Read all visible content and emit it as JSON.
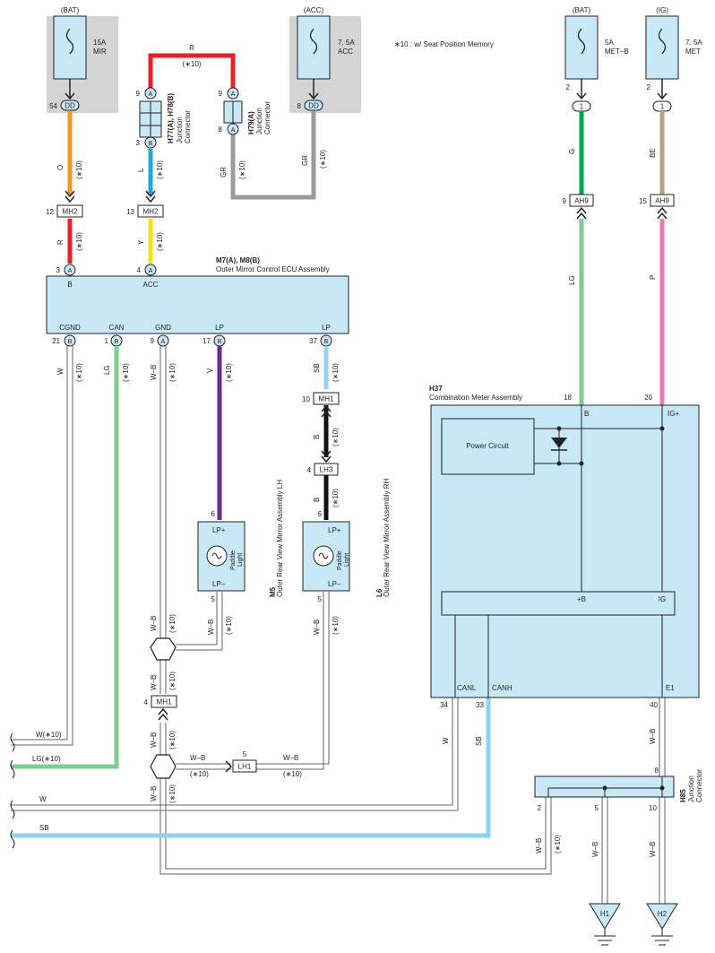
{
  "note": "∗10 : w/ Seat Position Memory",
  "colors": {
    "fuse_bg": "#d4d4d4",
    "box_fill": "#c8e8f8",
    "orange": "#f7941d",
    "red": "#e8202a",
    "blue": "#22a6e0",
    "yellow": "#f7e21a",
    "gray": "#9b9b9b",
    "green": "#00a651",
    "lightgreen": "#7fcb94",
    "beige": "#b5a28a",
    "pink": "#ec7ab0",
    "purple": "#6a2c91",
    "lightblue": "#8fd3f0",
    "black": "#111111"
  },
  "fuses": {
    "bat_left": {
      "power": "(BAT)",
      "amp": "15A",
      "name": "MIR",
      "pin": "54",
      "conn": "DD"
    },
    "acc": {
      "power": "(ACC)",
      "amp": "7. 5A",
      "name": "ACC",
      "pin": "8",
      "conn": "DD"
    },
    "bat_right": {
      "power": "(BAT)",
      "amp": "5A",
      "name": "MET–B",
      "pin": "2",
      "conn": "1"
    },
    "ig": {
      "power": "(IG)",
      "amp": "7. 5A",
      "name": "MET",
      "pin": "2",
      "conn": "1"
    }
  },
  "junction_h77": {
    "id": "H77(A), H78(B)",
    "label1": "Junction",
    "label2": "Connector",
    "pin_top": "9",
    "conn_top": "A",
    "pin_bot": "3",
    "conn_bot": "B"
  },
  "junction_h79": {
    "id": "H79(A)",
    "label1": "Junction",
    "label2": "Connector",
    "pin_top": "9",
    "conn_top": "A",
    "pin_bot": "8",
    "conn_bot": "A"
  },
  "wires": {
    "r_top": "R",
    "r_top_opt": "(∗10)",
    "o": "O",
    "o_opt": "(∗10)",
    "l": "L",
    "l_opt": "(∗10)",
    "gr1": "GR",
    "gr1_opt": "(∗10)",
    "gr2": "GR",
    "gr2_opt": "(∗10)",
    "r2": "R",
    "r2_opt": "(∗10)",
    "y": "Y",
    "y_opt": "(∗10)",
    "g": "G",
    "be": "BE",
    "lg": "LG",
    "p": "P",
    "w_cgnd": "W",
    "w_cgnd_opt": "(∗10)",
    "lg_can": "LG",
    "lg_can_opt": "(∗10)",
    "wb_gnd": "W–B",
    "wb_gnd_opt": "(∗10)",
    "v": "V",
    "v_opt": "(∗10)",
    "sb": "SB",
    "sb_opt": "(∗10)",
    "b1": "B",
    "b1_opt": "(∗10)",
    "b2": "B",
    "b2_opt": "(∗10)",
    "wb_m5a": "W–B",
    "wb_m5a_opt": "(∗10)",
    "wb_m5b": "W–B",
    "wb_m5b_opt": "(∗10)",
    "wb_l6": "W–B",
    "wb_l6_opt": "(∗10)",
    "wb_mid": "W–B",
    "wb_mid_opt": "(∗10)",
    "wb_low": "W–B",
    "wb_low_opt": "(∗10)",
    "wb_lh1a": "W–B",
    "wb_lh1a_opt": "(∗10)",
    "wb_lh1b": "W–B",
    "wb_lh1b_opt": "(∗10)",
    "wb_bottom": "W–B",
    "wb_bottom_opt": "(∗10)",
    "w_left": "W(∗10)",
    "lg_left": "LG(∗10)",
    "w_canl": "W",
    "sb_canh": "SB",
    "wb_e1": "W–B",
    "w_bus": "W",
    "sb_bus": "SB",
    "wb_h1": "W–B",
    "wb_h1_opt": "(∗10)",
    "wb_h1b": "W–B",
    "wb_h2": "W–B"
  },
  "connectors": {
    "mh2a": {
      "pin": "12",
      "name": "MH2"
    },
    "mh2b": {
      "pin": "13",
      "name": "MH2"
    },
    "ah9a": {
      "pin": "9",
      "name": "AH9"
    },
    "ah9b": {
      "pin": "15",
      "name": "AH9"
    },
    "mh1a": {
      "pin": "10",
      "name": "MH1"
    },
    "lh3": {
      "pin": "4",
      "name": "LH3"
    },
    "mh1b": {
      "pin": "4",
      "name": "MH1"
    },
    "lh1": {
      "pin": "5",
      "name": "LH1"
    }
  },
  "ecu": {
    "id": "M7(A), M8(B)",
    "name": "Outer Mirror Control ECU Assembly",
    "top_pins": [
      {
        "pin": "3",
        "conn": "A",
        "label": "B"
      },
      {
        "pin": "4",
        "conn": "A",
        "label": "ACC"
      }
    ],
    "bottom_pins": [
      {
        "pin": "21",
        "conn": "B",
        "label": "CGND"
      },
      {
        "pin": "1",
        "conn": "B",
        "label": "CAN"
      },
      {
        "pin": "9",
        "conn": "A",
        "label": "GND"
      },
      {
        "pin": "17",
        "conn": "B",
        "label": "LP"
      },
      {
        "pin": "37",
        "conn": "B",
        "label": "LP"
      }
    ]
  },
  "mirror_lh": {
    "id": "M5",
    "name": "Outer Rear View Mirror Assembly LH",
    "pin_top": "6",
    "pin_bot": "5",
    "lp_plus": "LP+",
    "lp_minus": "LP–",
    "lamp1": "Paddle",
    "lamp2": "Light"
  },
  "mirror_rh": {
    "id": "L6",
    "name": "Outer Rear View Mirror Assembly RH",
    "pin_top": "6",
    "pin_bot": "5",
    "lp_plus": "LP+",
    "lp_minus": "LP–",
    "lamp1": "Paddle",
    "lamp2": "Light"
  },
  "meter": {
    "id": "H37",
    "name": "Combination Meter Assembly",
    "pin_b": "18",
    "label_b": "B",
    "pin_ig": "20",
    "label_ig": "IG+",
    "power_circuit": "Power Circuit",
    "inner_b": "+B",
    "inner_ig": "IG",
    "canl": "CANL",
    "canh": "CANH",
    "e1": "E1",
    "pin_canl": "34",
    "pin_canh": "33",
    "pin_e1": "40"
  },
  "h85": {
    "id": "H85",
    "label1": "Junction",
    "label2": "Connector",
    "pin_top": "8",
    "pin_a": "2",
    "pin_b": "5",
    "pin_c": "10"
  },
  "grounds": {
    "h1": "H1",
    "h2": "H2"
  }
}
